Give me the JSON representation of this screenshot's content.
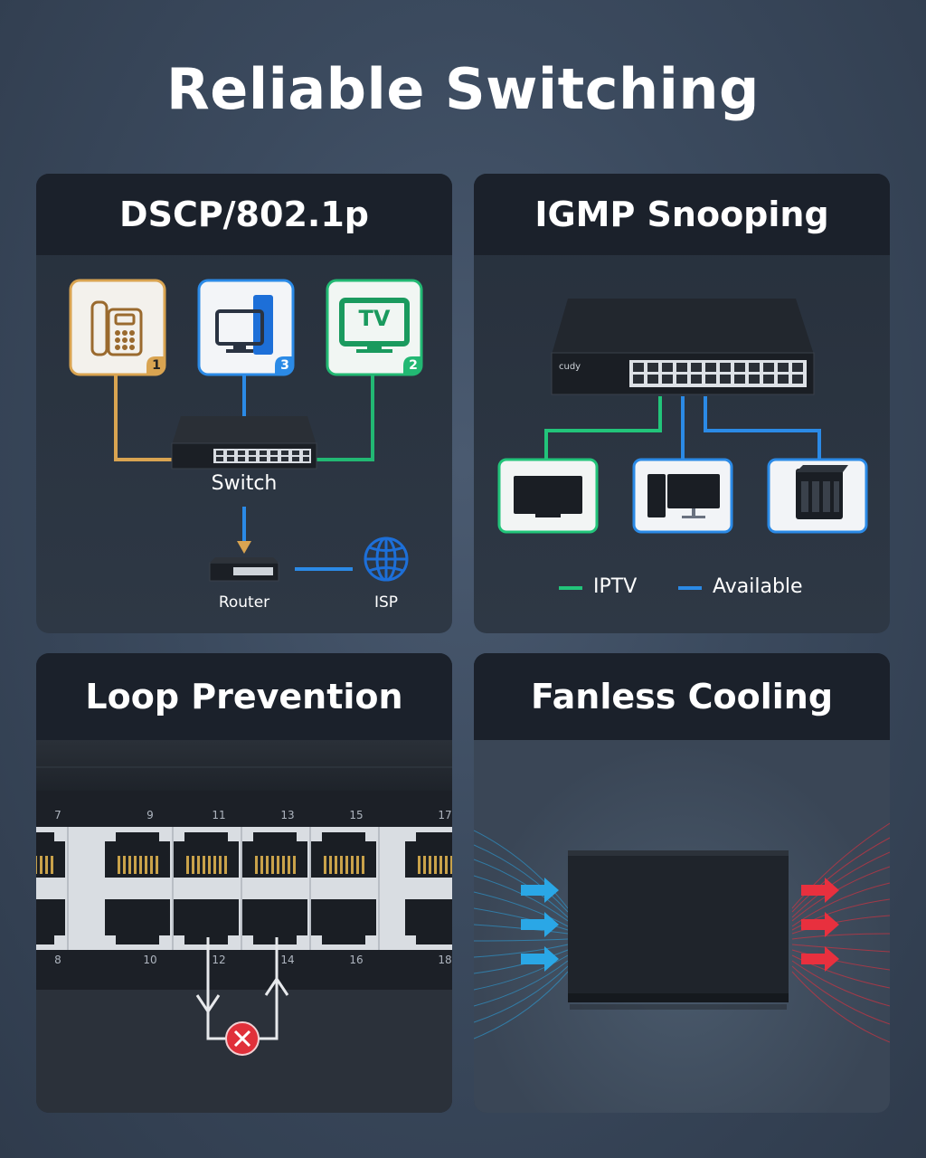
{
  "page": {
    "title": "Reliable Switching"
  },
  "panels": {
    "dscp": {
      "title": "DSCP/802.1p",
      "devices": [
        {
          "badge": "1",
          "color": "#d9a451",
          "icon": "phone-icon"
        },
        {
          "badge": "3",
          "color": "#2b8ae6",
          "icon": "computer-icon"
        },
        {
          "badge": "2",
          "color": "#22b873",
          "icon": "tv-icon",
          "screen_text": "TV"
        }
      ],
      "switch_label": "Switch",
      "router_label": "Router",
      "isp_label": "ISP"
    },
    "igmp": {
      "title": "IGMP Snooping",
      "switch_brand": "cudy",
      "legend": [
        {
          "label": "IPTV",
          "color": "#22c47a"
        },
        {
          "label": "Available",
          "color": "#2b8ae6"
        }
      ]
    },
    "loop": {
      "title": "Loop Prevention",
      "top_port_numbers": [
        "7",
        "9",
        "11",
        "13",
        "15",
        "17"
      ],
      "bottom_port_numbers": [
        "8",
        "10",
        "12",
        "14",
        "16",
        "18"
      ],
      "blocked_color": "#e0303a"
    },
    "fanless": {
      "title": "Fanless Cooling",
      "cool_color": "#2aa7e6",
      "hot_color": "#e8303e"
    }
  }
}
